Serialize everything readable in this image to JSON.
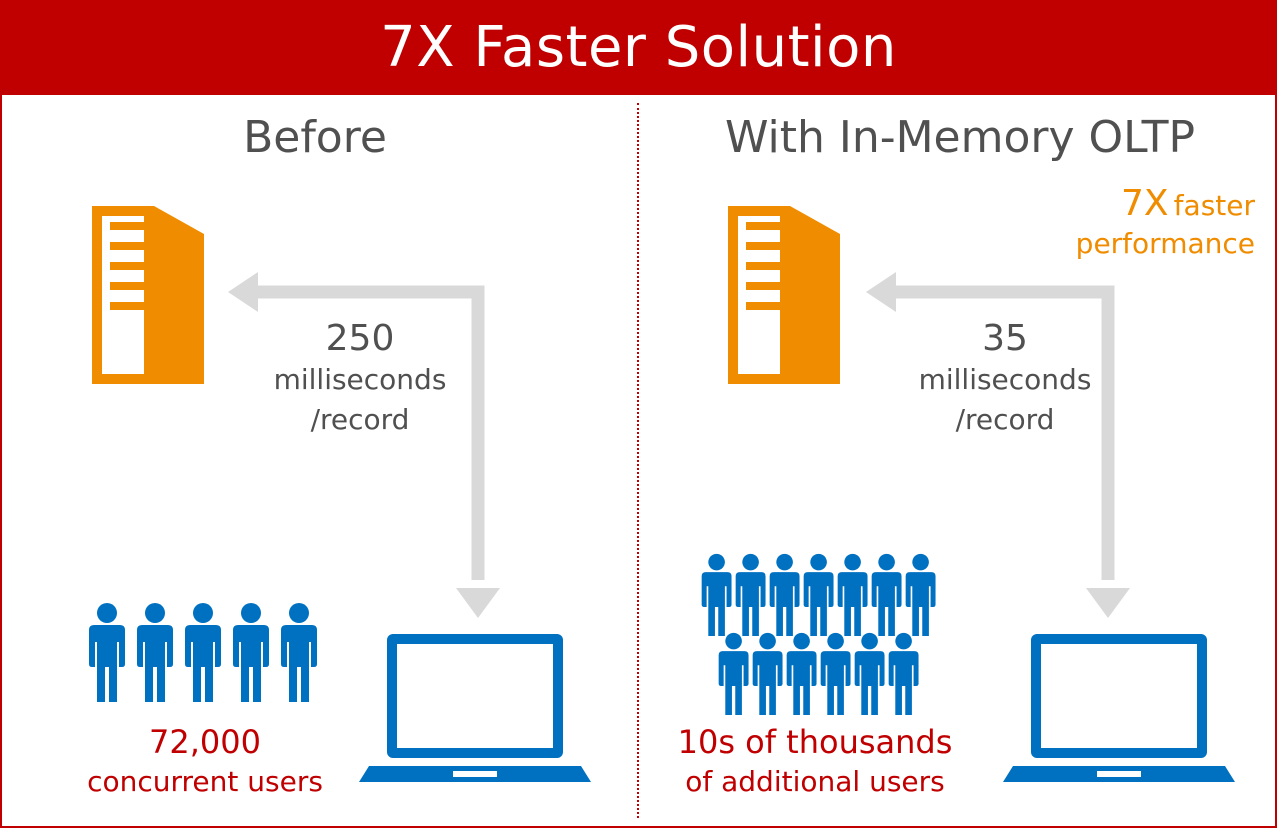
{
  "title": "7X Faster Solution",
  "before": {
    "heading": "Before",
    "latency_value": "250",
    "latency_unit_line1": "milliseconds",
    "latency_unit_line2": "/record",
    "users_line1": "72,000",
    "users_line2": "concurrent users"
  },
  "after": {
    "heading": "With In-Memory OLTP",
    "latency_value": "35",
    "latency_unit_line1": "milliseconds",
    "latency_unit_line2": "/record",
    "speedup_value": "7X",
    "speedup_word": "faster",
    "speedup_line2": "performance",
    "users_line1": "10s of thousands",
    "users_line2": "of additional users"
  },
  "icons": {
    "server": "server-icon",
    "laptop": "laptop-icon",
    "user": "user-icon",
    "arrow": "round-trip-arrow"
  },
  "colors": {
    "title_bar": "#c00000",
    "accent_red": "#c00000",
    "server_orange": "#f08c00",
    "user_blue": "#0070c0",
    "arrow_gray": "#d9d9d9",
    "text_gray": "#505050"
  }
}
